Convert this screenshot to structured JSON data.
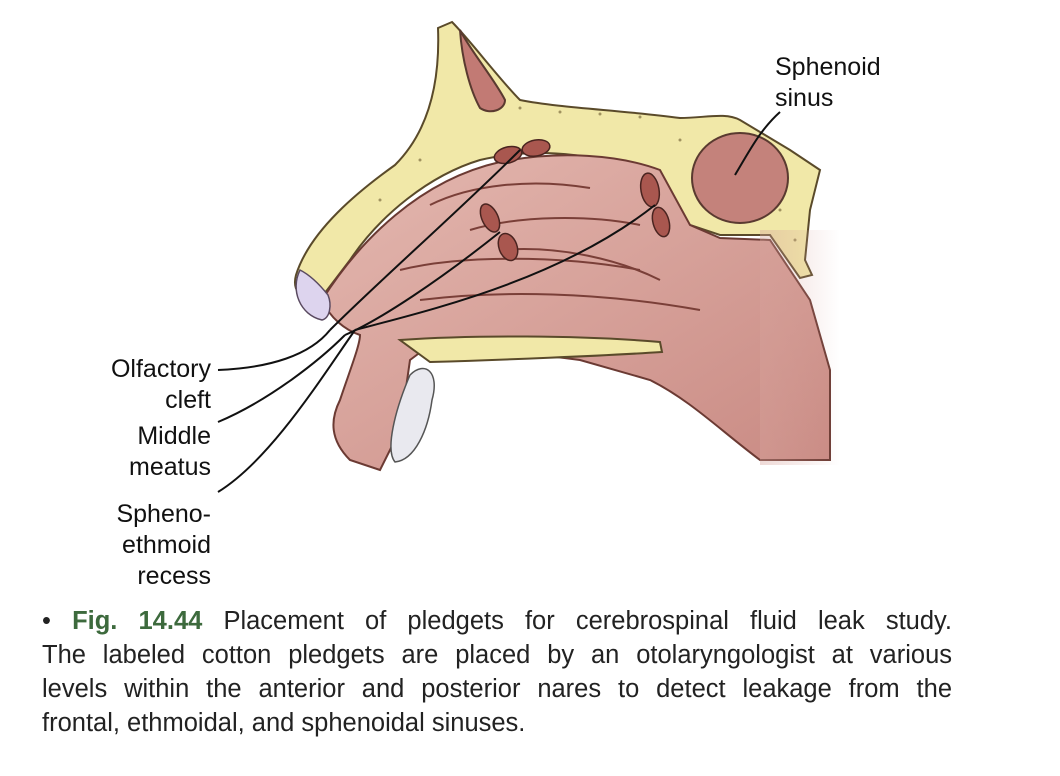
{
  "labels": {
    "sphenoid_sinus": [
      "Sphenoid",
      "sinus"
    ],
    "olfactory_cleft": [
      "Olfactory",
      "cleft"
    ],
    "middle_meatus": [
      "Middle",
      "meatus"
    ],
    "sphenoethmoid_recess": [
      "Spheno-",
      "ethmoid",
      "recess"
    ]
  },
  "caption": {
    "bullet": "•",
    "fig_label": "Fig. 14.44",
    "line1": "Placement of pledgets for cerebrospinal fluid leak study.",
    "line2": "The labeled cotton pledgets are placed by an otolaryngologist at various",
    "line3": "levels within the anterior and posterior nares to detect leakage from the",
    "line4": "frontal, ethmoidal, and sphenoidal sinuses."
  },
  "colors": {
    "mucosa": "#d9a8a0",
    "mucosa_dark": "#b97a73",
    "bone": "#f1e8a8",
    "pledget": "#a9574f",
    "fig_label": "#3d6a3d"
  }
}
